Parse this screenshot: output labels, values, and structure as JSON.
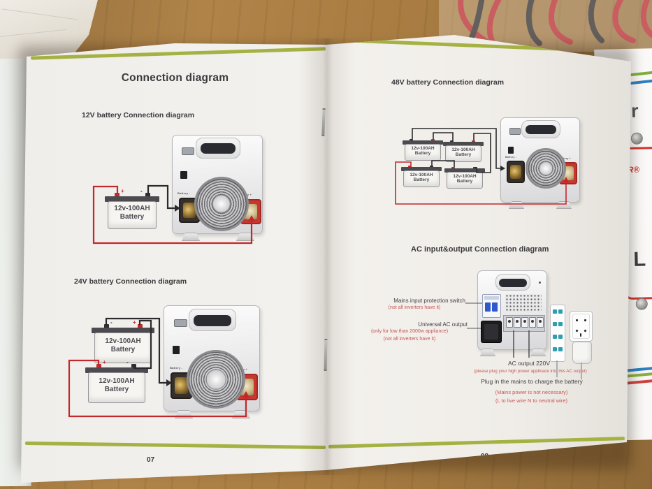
{
  "photo": {
    "left_page": {
      "title": "Connection diagram",
      "heading_12v": "12V battery Connection diagram",
      "heading_24v": "24V battery Connection diagram",
      "page_number": "07"
    },
    "right_page": {
      "heading_48v": "48V battery Connection diagram",
      "heading_ac": "AC input&output Connection diagram",
      "page_number": "08"
    },
    "ac_labels": {
      "mains_switch": "Mains input protection switch",
      "mains_switch_note": "(not all inverters have it)",
      "universal_output": "Universal AC output",
      "universal_note1": "(only for low than 2000w appliance)",
      "universal_note2": "(not all inverters have it)",
      "ac_output": "AC output 220V",
      "ac_output_note": "(please plug your high power applinace into this AC output)",
      "plug_mains": "Plug in the mains to charge the battery",
      "plug_note1": "(Mains power is not necessary)",
      "plug_note2": "(L to live wire  N to neutral wire)"
    },
    "battery": {
      "line1": "12v-100AH",
      "line2": "Battery",
      "plus": "+",
      "minus": "-"
    },
    "inverter": {
      "neg_label": "Battery -",
      "pos_label": "Battery +"
    },
    "side_panel": {
      "text1": "er",
      "text2": "R®",
      "text3": "L"
    },
    "colors": {
      "accent_green": "#a5b243",
      "wire_red": "#c2272b",
      "wire_black": "#2b2b2e",
      "note_red": "#c65555",
      "terminal_red": "#c73730"
    }
  }
}
